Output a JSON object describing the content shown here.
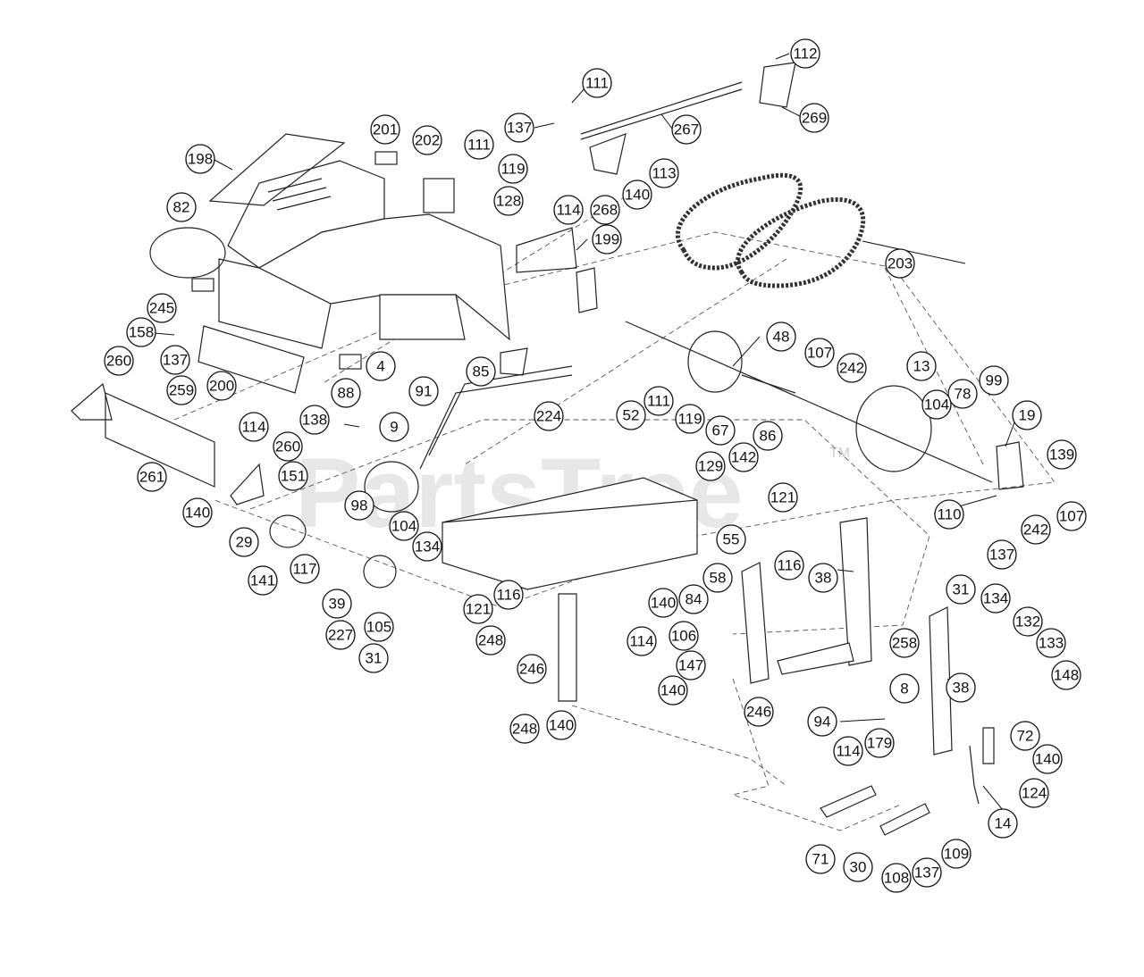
{
  "watermark": {
    "text": "PartsTree",
    "trademark": "TM"
  },
  "callouts": [
    "112",
    "111",
    "137",
    "267",
    "269",
    "201",
    "202",
    "111",
    "119",
    "128",
    "198",
    "113",
    "114",
    "268",
    "140",
    "82",
    "199",
    "203",
    "245",
    "158",
    "137",
    "260",
    "200",
    "88",
    "4",
    "85",
    "48",
    "107",
    "242",
    "13",
    "99",
    "78",
    "104",
    "19",
    "91",
    "111",
    "224",
    "52",
    "119",
    "67",
    "259",
    "114",
    "138",
    "9",
    "86",
    "142",
    "139",
    "129",
    "260",
    "151",
    "261",
    "98",
    "140",
    "104",
    "121",
    "110",
    "107",
    "134",
    "29",
    "116",
    "242",
    "55",
    "137",
    "141",
    "117",
    "58",
    "38",
    "39",
    "140",
    "84",
    "31",
    "227",
    "105",
    "121",
    "116",
    "134",
    "31",
    "248",
    "114",
    "106",
    "132",
    "133",
    "258",
    "148",
    "147",
    "246",
    "38",
    "8",
    "248",
    "140",
    "140",
    "246",
    "94",
    "179",
    "114",
    "72",
    "140",
    "124",
    "14",
    "71",
    "30",
    "108",
    "137",
    "109"
  ],
  "colors": {
    "line": "#222222",
    "callout_stroke": "#111111",
    "watermark": "#d8d8d8"
  }
}
